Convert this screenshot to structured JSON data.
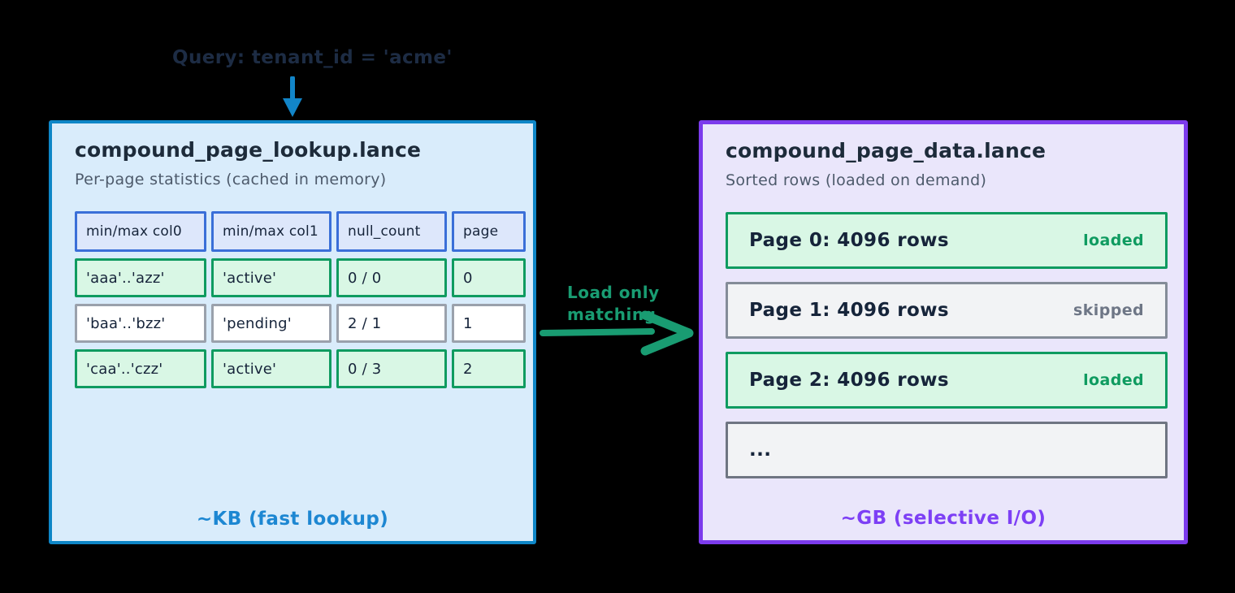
{
  "query": {
    "label": "Query: tenant_id = 'acme'"
  },
  "flow": {
    "label": "Load only\nmatching"
  },
  "lookup": {
    "title": "compound_page_lookup.lance",
    "subtitle": "Per-page statistics (cached in memory)",
    "footer": "~KB (fast lookup)",
    "table": {
      "headers": [
        "min/max col0",
        "min/max col1",
        "null_count",
        "page"
      ],
      "rows": [
        {
          "state": "match",
          "cells": [
            "'aaa'..'azz'",
            "'active'",
            "0 / 0",
            "0"
          ]
        },
        {
          "state": "miss",
          "cells": [
            "'baa'..'bzz'",
            "'pending'",
            "2 / 1",
            "1"
          ]
        },
        {
          "state": "match",
          "cells": [
            "'caa'..'czz'",
            "'active'",
            "0 / 3",
            "2"
          ]
        }
      ]
    }
  },
  "data_panel": {
    "title": "compound_page_data.lance",
    "subtitle": "Sorted rows (loaded on demand)",
    "footer": "~GB (selective I/O)",
    "pages": [
      {
        "state": "loaded",
        "label": "Page 0: 4096 rows",
        "status": "loaded"
      },
      {
        "state": "skipped",
        "label": "Page 1: 4096 rows",
        "status": "skipped"
      },
      {
        "state": "loaded",
        "label": "Page 2: 4096 rows",
        "status": "loaded"
      },
      {
        "state": "rest",
        "label": "...",
        "status": ""
      }
    ]
  },
  "colors": {
    "background": "#000000",
    "lookup_border": "#0e86c7",
    "lookup_fill": "#d9ecfb",
    "header_border": "#3a6fd8",
    "header_fill": "#dde7fb",
    "match_border": "#0f9b60",
    "match_fill": "#d9f7e5",
    "miss_border": "#9aa1ac",
    "miss_fill": "#ffffff",
    "data_border": "#7c3bec",
    "data_fill": "#eae6fb",
    "skipped_border": "#848c98",
    "skipped_fill": "#f2f3f5",
    "arrow_blue": "#1285c8",
    "arrow_green": "#199c72",
    "text_dark": "#1d2b3a",
    "text_muted": "#4d5a6b",
    "kb_label": "#1d87d2",
    "gb_label": "#7d3ff5",
    "loaded_text": "#0f9b60",
    "skipped_text": "#6e7686"
  }
}
